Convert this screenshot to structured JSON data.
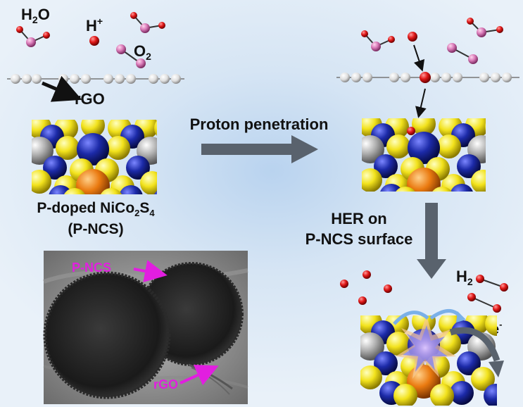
{
  "labels": {
    "h2o": "H",
    "h2o_sub": "2",
    "h2o_tail": "O",
    "hplus": "H",
    "hplus_sup": "+",
    "o2": "O",
    "o2_sub": "2",
    "rgo": "rGO",
    "material_line1_a": "P-doped NiCo",
    "material_line1_sub1": "2",
    "material_line1_b": "S",
    "material_line1_sub2": "4",
    "material_line2": "(P-NCS)",
    "step1": "Proton penetration",
    "step2_line1": "HER on",
    "step2_line2": "P-NCS surface",
    "h2": "H",
    "h2_sub": "2",
    "electron": "e",
    "electron_sup": "-",
    "tem_pncs": "P-NCS",
    "tem_rgo": "rGO"
  },
  "colors": {
    "proton": "#e01818",
    "oxygen_pink": "#d97ab8",
    "carbon": "#e8e8e8",
    "sulfur": "#f2e21c",
    "cobalt": "#1c2aa8",
    "nickel": "#ea7a10",
    "phosphorus": "#a8a8a8",
    "arrow": "#59626d",
    "annotation": "#e21ee0"
  }
}
